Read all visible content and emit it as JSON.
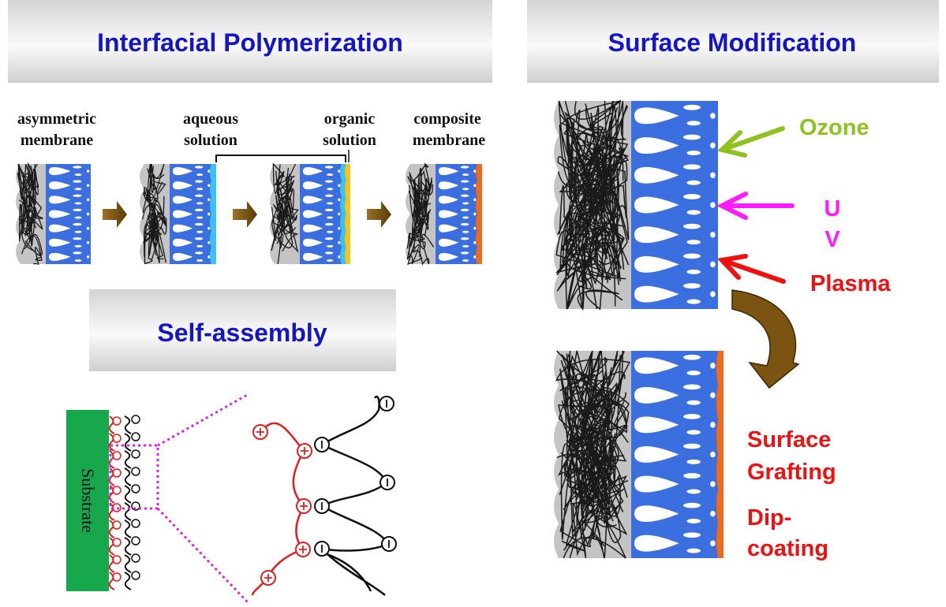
{
  "panels": {
    "interfacial": {
      "title": "Interfacial Polymerization",
      "labels": {
        "asymmetric": [
          "asymmetric",
          "membrane"
        ],
        "aqueous": [
          "aqueous",
          "solution"
        ],
        "organic": [
          "organic",
          "solution"
        ],
        "composite": [
          "composite",
          "membrane"
        ]
      }
    },
    "self_assembly": {
      "title": "Self-assembly",
      "substrate_label": "Substrate"
    },
    "surface_modification": {
      "title": "Surface Modification",
      "treatments": {
        "ozone": "Ozone",
        "uv": [
          "U",
          "V"
        ],
        "plasma": "Plasma"
      },
      "methods": {
        "grafting": [
          "Surface",
          "Grafting"
        ],
        "dipcoating": [
          "Dip-",
          "coating"
        ]
      }
    }
  },
  "colors": {
    "title": "#1414c8",
    "membrane_blue": "#3b6fe0",
    "support_gray": "#c4c4c4",
    "aqueous": "#3ec1f0",
    "organic": "#f7c51a",
    "active_layer": "#f06a1a",
    "arrow_brown": "#7a5410",
    "ozone": "#8dc21f",
    "uv": "#ff1aff",
    "plasma": "#ee1111",
    "substrate": "#17a84e",
    "positive_chain": "#e02020"
  }
}
